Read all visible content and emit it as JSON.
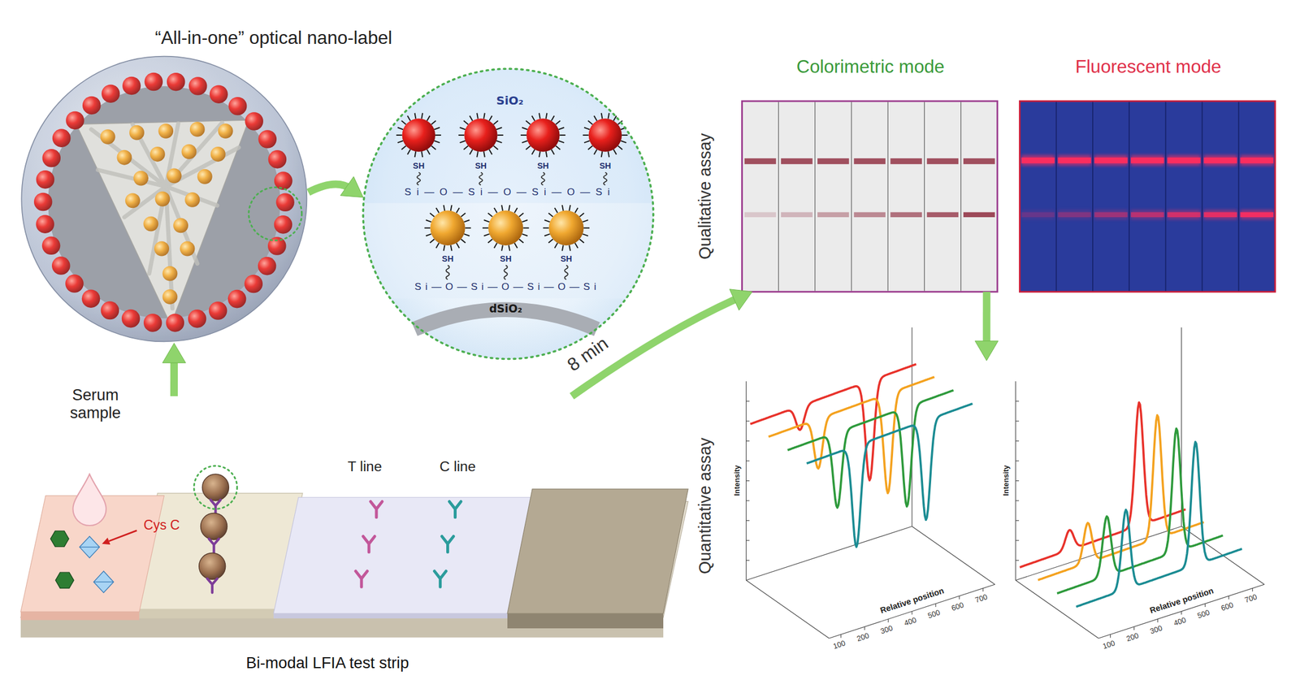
{
  "diagram": {
    "nodes": [
      {
        "text": [
          "“All-in-one” optical nano-label"
        ]
      },
      {
        "text": [
          "SiO₂",
          "dSiO₂"
        ]
      },
      {
        "text": [
          "Bi-modal LFIA test strip"
        ]
      },
      {
        "text": [
          "Colorimetric mode"
        ]
      },
      {
        "text": [
          "Fluorescent mode"
        ]
      },
      {
        "text": [
          "Intensity",
          "Relative position"
        ]
      },
      {
        "text": [
          "Intensity",
          "Relative position"
        ]
      }
    ],
    "edges": [
      {
        "from": 2,
        "to": 0,
        "arrow": "to"
      },
      {
        "from": 0,
        "to": 1,
        "arrow": "to"
      },
      {
        "from": 2,
        "to": 3,
        "label": "8 min",
        "arrow": "to"
      },
      {
        "from": 3,
        "to": 5,
        "arrow": "to"
      }
    ],
    "labels": [
      "Serum sample",
      "Cys C",
      "T line",
      "C line",
      "Qualitative assay",
      "Quantitative assay",
      "SH",
      "SH",
      "SH",
      "SH",
      "Si—O—Si—O—Si—O—Si",
      "SH",
      "SH",
      "SH",
      "Si—O—Si—O—Si—O—Si",
      "100",
      "200",
      "300",
      "400",
      "500",
      "600",
      "700",
      "100",
      "200",
      "300",
      "400",
      "500",
      "600",
      "700"
    ]
  }
}
